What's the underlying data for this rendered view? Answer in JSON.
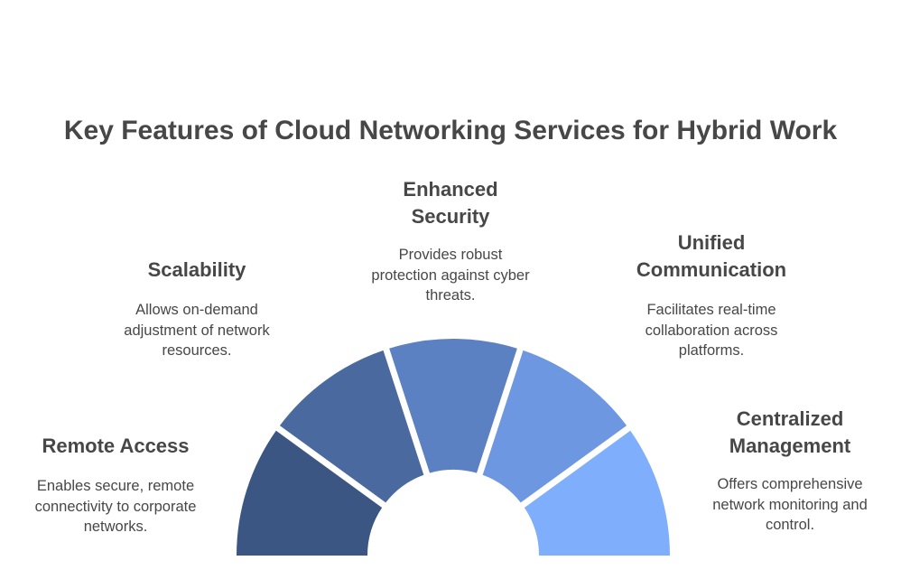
{
  "title": "Key Features of Cloud Networking Services for Hybrid Work",
  "features": [
    {
      "title": "Remote Access",
      "description": "Enables secure, remote\nconnectivity to corporate\nnetworks.",
      "color": "#3B5683"
    },
    {
      "title": "Scalability",
      "description": "Allows on-demand\nadjustment of network\nresources.",
      "color": "#4A6A9F"
    },
    {
      "title": "Enhanced\nSecurity",
      "description": "Provides robust\nprotection against cyber\nthreats.",
      "color": "#5C81C2"
    },
    {
      "title": "Unified\nCommunication",
      "description": "Facilitates real-time\ncollaboration across\nplatforms.",
      "color": "#6D97E0"
    },
    {
      "title": "Centralized\nManagement",
      "description": "Offers comprehensive\nnetwork monitoring and\ncontrol.",
      "color": "#7FAEFC"
    }
  ]
}
